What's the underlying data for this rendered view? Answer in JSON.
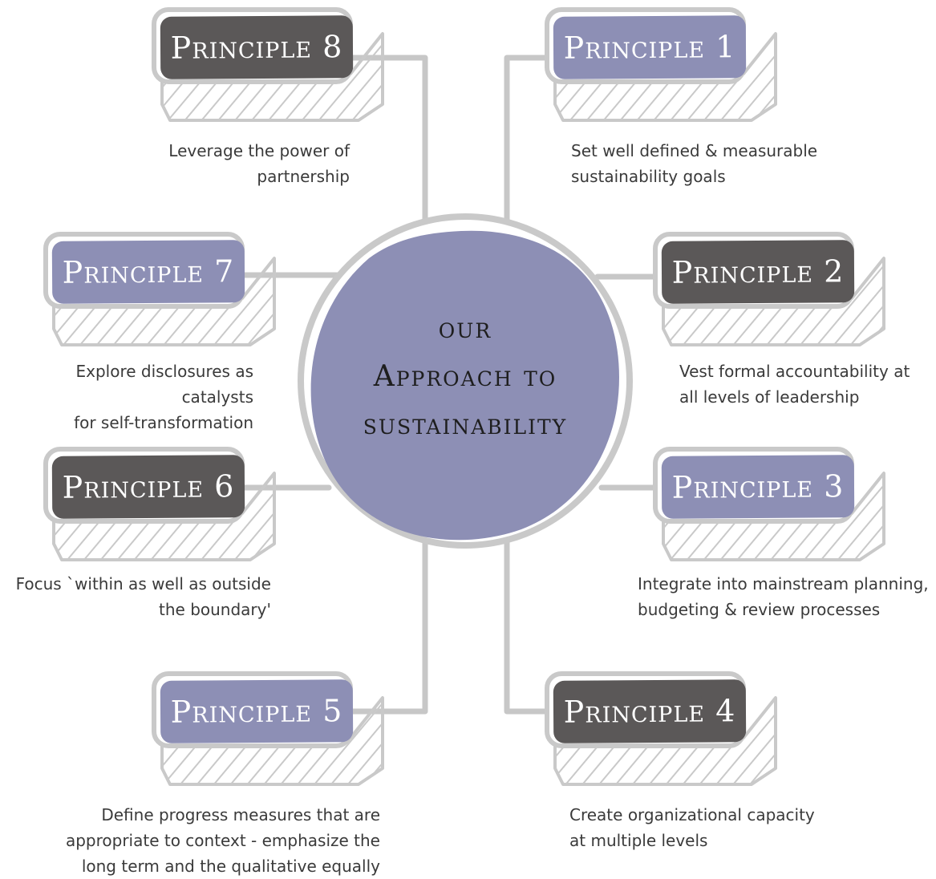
{
  "center": {
    "title": "our\nApproach to\nsustainability"
  },
  "colors": {
    "purple": "#8d8fb5",
    "dark": "#5b5858",
    "outline": "#c9c9c9",
    "line": "#c7c7c7"
  },
  "principles": [
    {
      "label": "Principle 1",
      "description": "Set well defined & measurable\nsustainability goals",
      "color": "#8d8fb5"
    },
    {
      "label": "Principle 2",
      "description": "Vest formal accountability at\nall levels of leadership",
      "color": "#5b5858"
    },
    {
      "label": "Principle 3",
      "description": "Integrate into mainstream planning,\nbudgeting & review processes",
      "color": "#8d8fb5"
    },
    {
      "label": "Principle 4",
      "description": "Create organizational capacity\nat multiple levels",
      "color": "#5b5858"
    },
    {
      "label": "Principle 5",
      "description": "Define progress measures that are\nappropriate to context  - emphasize the\nlong term and the qualitative equally",
      "color": "#8d8fb5"
    },
    {
      "label": "Principle 6",
      "description": "Focus `within as well as outside\nthe boundary'",
      "color": "#5b5858"
    },
    {
      "label": "Principle 7",
      "description": "Explore disclosures as catalysts\nfor self-transformation",
      "color": "#8d8fb5"
    },
    {
      "label": "Principle 8",
      "description": "Leverage the power of\npartnership",
      "color": "#5b5858"
    }
  ]
}
